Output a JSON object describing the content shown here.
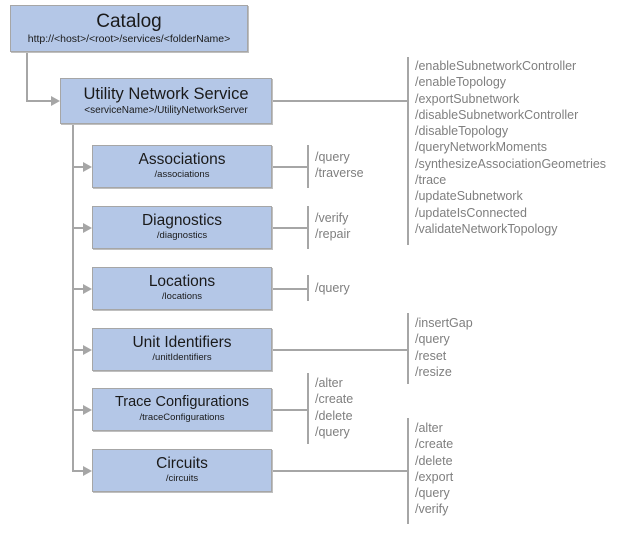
{
  "diagram": {
    "title": "Utility Network Service REST API hierarchy",
    "background_color": "#ffffff",
    "node_fill_color": "#b4c7e7",
    "node_border_color": "#a6a6a6",
    "connector_color": "#a6a6a6",
    "operation_text_color": "#7f7f7f"
  },
  "nodes": {
    "catalog": {
      "title": "Catalog",
      "subtitle": "http://<host>/<root>/services/<folderName>"
    },
    "utility_network_service": {
      "title": "Utility Network Service",
      "subtitle": "<serviceName>/UtilityNetworkServer",
      "operations": [
        "/enableSubnetworkController",
        "/enableTopology",
        "/exportSubnetwork",
        "/disableSubnetworkController",
        "/disableTopology",
        "/queryNetworkMoments",
        "/synthesizeAssociationGeometries",
        "/trace",
        "/updateSubnetwork",
        "/updateIsConnected",
        "/validateNetworkTopology"
      ]
    },
    "associations": {
      "title": "Associations",
      "subtitle": "/associations",
      "operations": [
        "/query",
        "/traverse"
      ]
    },
    "diagnostics": {
      "title": "Diagnostics",
      "subtitle": "/diagnostics",
      "operations": [
        "/verify",
        "/repair"
      ]
    },
    "locations": {
      "title": "Locations",
      "subtitle": "/locations",
      "operations": [
        "/query"
      ]
    },
    "unit_identifiers": {
      "title": "Unit Identifiers",
      "subtitle": "/unitIdentifiers",
      "operations": [
        "/insertGap",
        "/query",
        "/reset",
        "/resize"
      ]
    },
    "trace_configurations": {
      "title": "Trace Configurations",
      "subtitle": "/traceConfigurations",
      "operations": [
        "/alter",
        "/create",
        "/delete",
        "/query"
      ]
    },
    "circuits": {
      "title": "Circuits",
      "subtitle": "/circuits",
      "operations": [
        "/alter",
        "/create",
        "/delete",
        "/export",
        "/query",
        "/verify"
      ]
    }
  }
}
